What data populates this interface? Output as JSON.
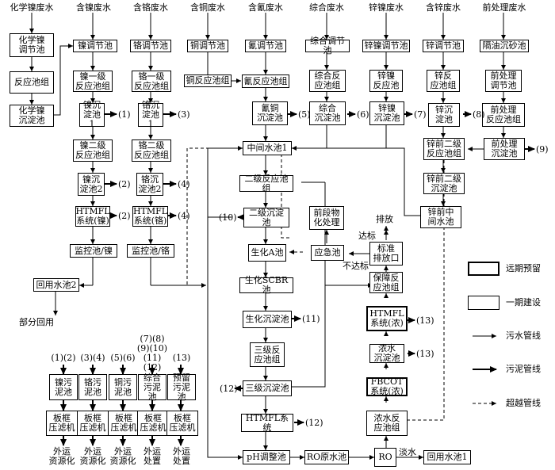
{
  "headers": [
    "化学镍废水",
    "含镍废水",
    "含铬废水",
    "含铜废水",
    "含氰废水",
    "综合废水",
    "锌镍废水",
    "含锌废水",
    "前处理废水"
  ],
  "boxes": {
    "b1": "化学镍\n调节池",
    "b2": "反应池组",
    "b3": "化学镍\n沉淀池",
    "ni1": "镍调节池",
    "ni2": "镍一级\n反应池组",
    "ni3": "镍沉\n淀池1",
    "ni4": "镍二级\n反应池组",
    "ni5": "镍沉\n淀池2",
    "ni6": "HTMFL\n系统(镍)",
    "ni7": "监控池/镍",
    "cr1": "铬调节池",
    "cr2": "铬一级\n反应池组",
    "cr3": "铬沉\n淀池1",
    "cr4": "铬二级\n反应池组",
    "cr5": "铬沉\n淀池2",
    "cr6": "HTMFL\n系统(铬)",
    "cr7": "监控池/铬",
    "cu1": "铜调节池",
    "cu2": "铜反应池组",
    "cn1": "氰调节池",
    "cn2": "氰反应池组",
    "cn3": "氰铜\n沉淀池",
    "zh1": "综合调节池",
    "zh2": "综合反\n应池组",
    "zh3": "综合\n沉淀池",
    "zn1": "锌镍调节池",
    "zn2": "锌镍\n反应池",
    "zn3": "锌镍\n沉淀池",
    "z1": "锌调节池",
    "z2": "锌反\n应池组",
    "z3": "锌沉\n淀池",
    "z4": "锌前二级\n反应池组",
    "z5": "锌前二级\n沉淀池",
    "z6": "锌前中\n间水池",
    "p1": "隔油沉砂池",
    "p2": "前处理\n调节池",
    "p3": "前处理\n反应池组",
    "p4": "前处理\n沉淀池",
    "m1": "中间水池1",
    "m2": "二级反应池组",
    "m3": "二级沉淀池",
    "m4": "生化A池",
    "m5": "生化SCBR池",
    "m6": "生化沉淀池",
    "m7": "三级反\n应池组",
    "m8": "三级沉淀池",
    "m9": "HTMFL系统",
    "m10": "pH调整池",
    "ro1": "RO原水池",
    "ro2": "RO",
    "ro3": "回用水池1",
    "e1": "前段物\n化处理",
    "e2": "应急池",
    "e3": "标准\n排放口",
    "c1": "保障反\n应池组",
    "c2": "HTMFL\n系统(浓)",
    "c3": "浓水\n沉淀池",
    "c4": "FBCOT\n系统(浓)",
    "c5": "浓水反\n应池组",
    "h2": "回用水池2",
    "s1": "镍污\n泥池",
    "s2": "铬污\n泥池",
    "s3": "铜污\n泥池",
    "s4": "综合\n污泥池",
    "s5": "预留\n污泥池",
    "f1": "板框\n压滤机",
    "f2": "板框\n压滤机",
    "f3": "板框\n压滤机",
    "f4": "板框\n压滤机",
    "f5": "板框\n压滤机"
  },
  "labels": {
    "n1": "(1)",
    "n2": "(2)",
    "n3": "(3)",
    "n4": "(4)",
    "n5": "(5)",
    "n6": "(6)",
    "n7": "(7)",
    "n8": "(8)",
    "n9": "(9)",
    "n10": "(10)",
    "n11": "(11)",
    "n12": "(12)",
    "n12b": "(12)",
    "n13": "(13)",
    "n13b": "(13)",
    "n2b": "(2)",
    "n4b": "(4)",
    "s1top": "(1)(2)",
    "s2top": "(3)(4)",
    "s3top": "(5)(6)",
    "s4top": "(7)(8)\n(9)(10)\n(11)(12)",
    "s5top": "(13)",
    "o1": "外运\n资源化",
    "o2": "外运\n资源化",
    "o3": "外运\n资源化",
    "o4": "外运\n处置",
    "o5": "外运\n处置",
    "reuse": "部分回用",
    "discharge": "排放",
    "ok": "达标",
    "notok": "不达标",
    "dan": "淡水"
  },
  "legend": {
    "future": "远期预留",
    "phase1": "一期建设",
    "sewage": "污水管线",
    "sludge": "污泥管线",
    "bypass": "超越管线"
  }
}
